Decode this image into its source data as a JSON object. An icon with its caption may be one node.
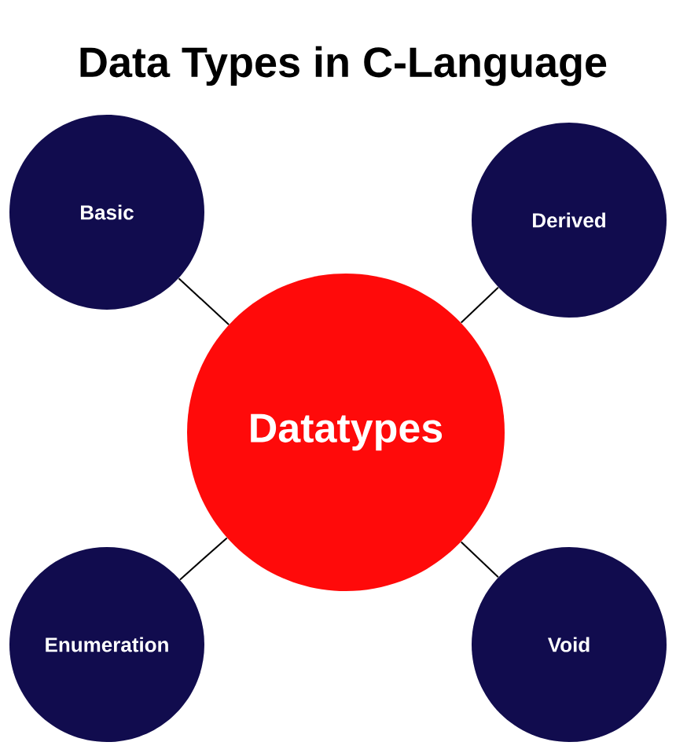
{
  "diagram": {
    "title": "Data Types in C-Language",
    "nodes": [
      {
        "text": [
          "Basic"
        ]
      },
      {
        "text": [
          "Derived"
        ]
      },
      {
        "text": [
          "Datatypes"
        ]
      },
      {
        "text": [
          "Enumeration"
        ]
      },
      {
        "text": [
          "Void"
        ]
      }
    ],
    "edges": [
      {
        "from": 2,
        "to": 0,
        "arrow": "none"
      },
      {
        "from": 2,
        "to": 1,
        "arrow": "none"
      },
      {
        "from": 2,
        "to": 3,
        "arrow": "none"
      },
      {
        "from": 2,
        "to": 4,
        "arrow": "none"
      }
    ]
  }
}
